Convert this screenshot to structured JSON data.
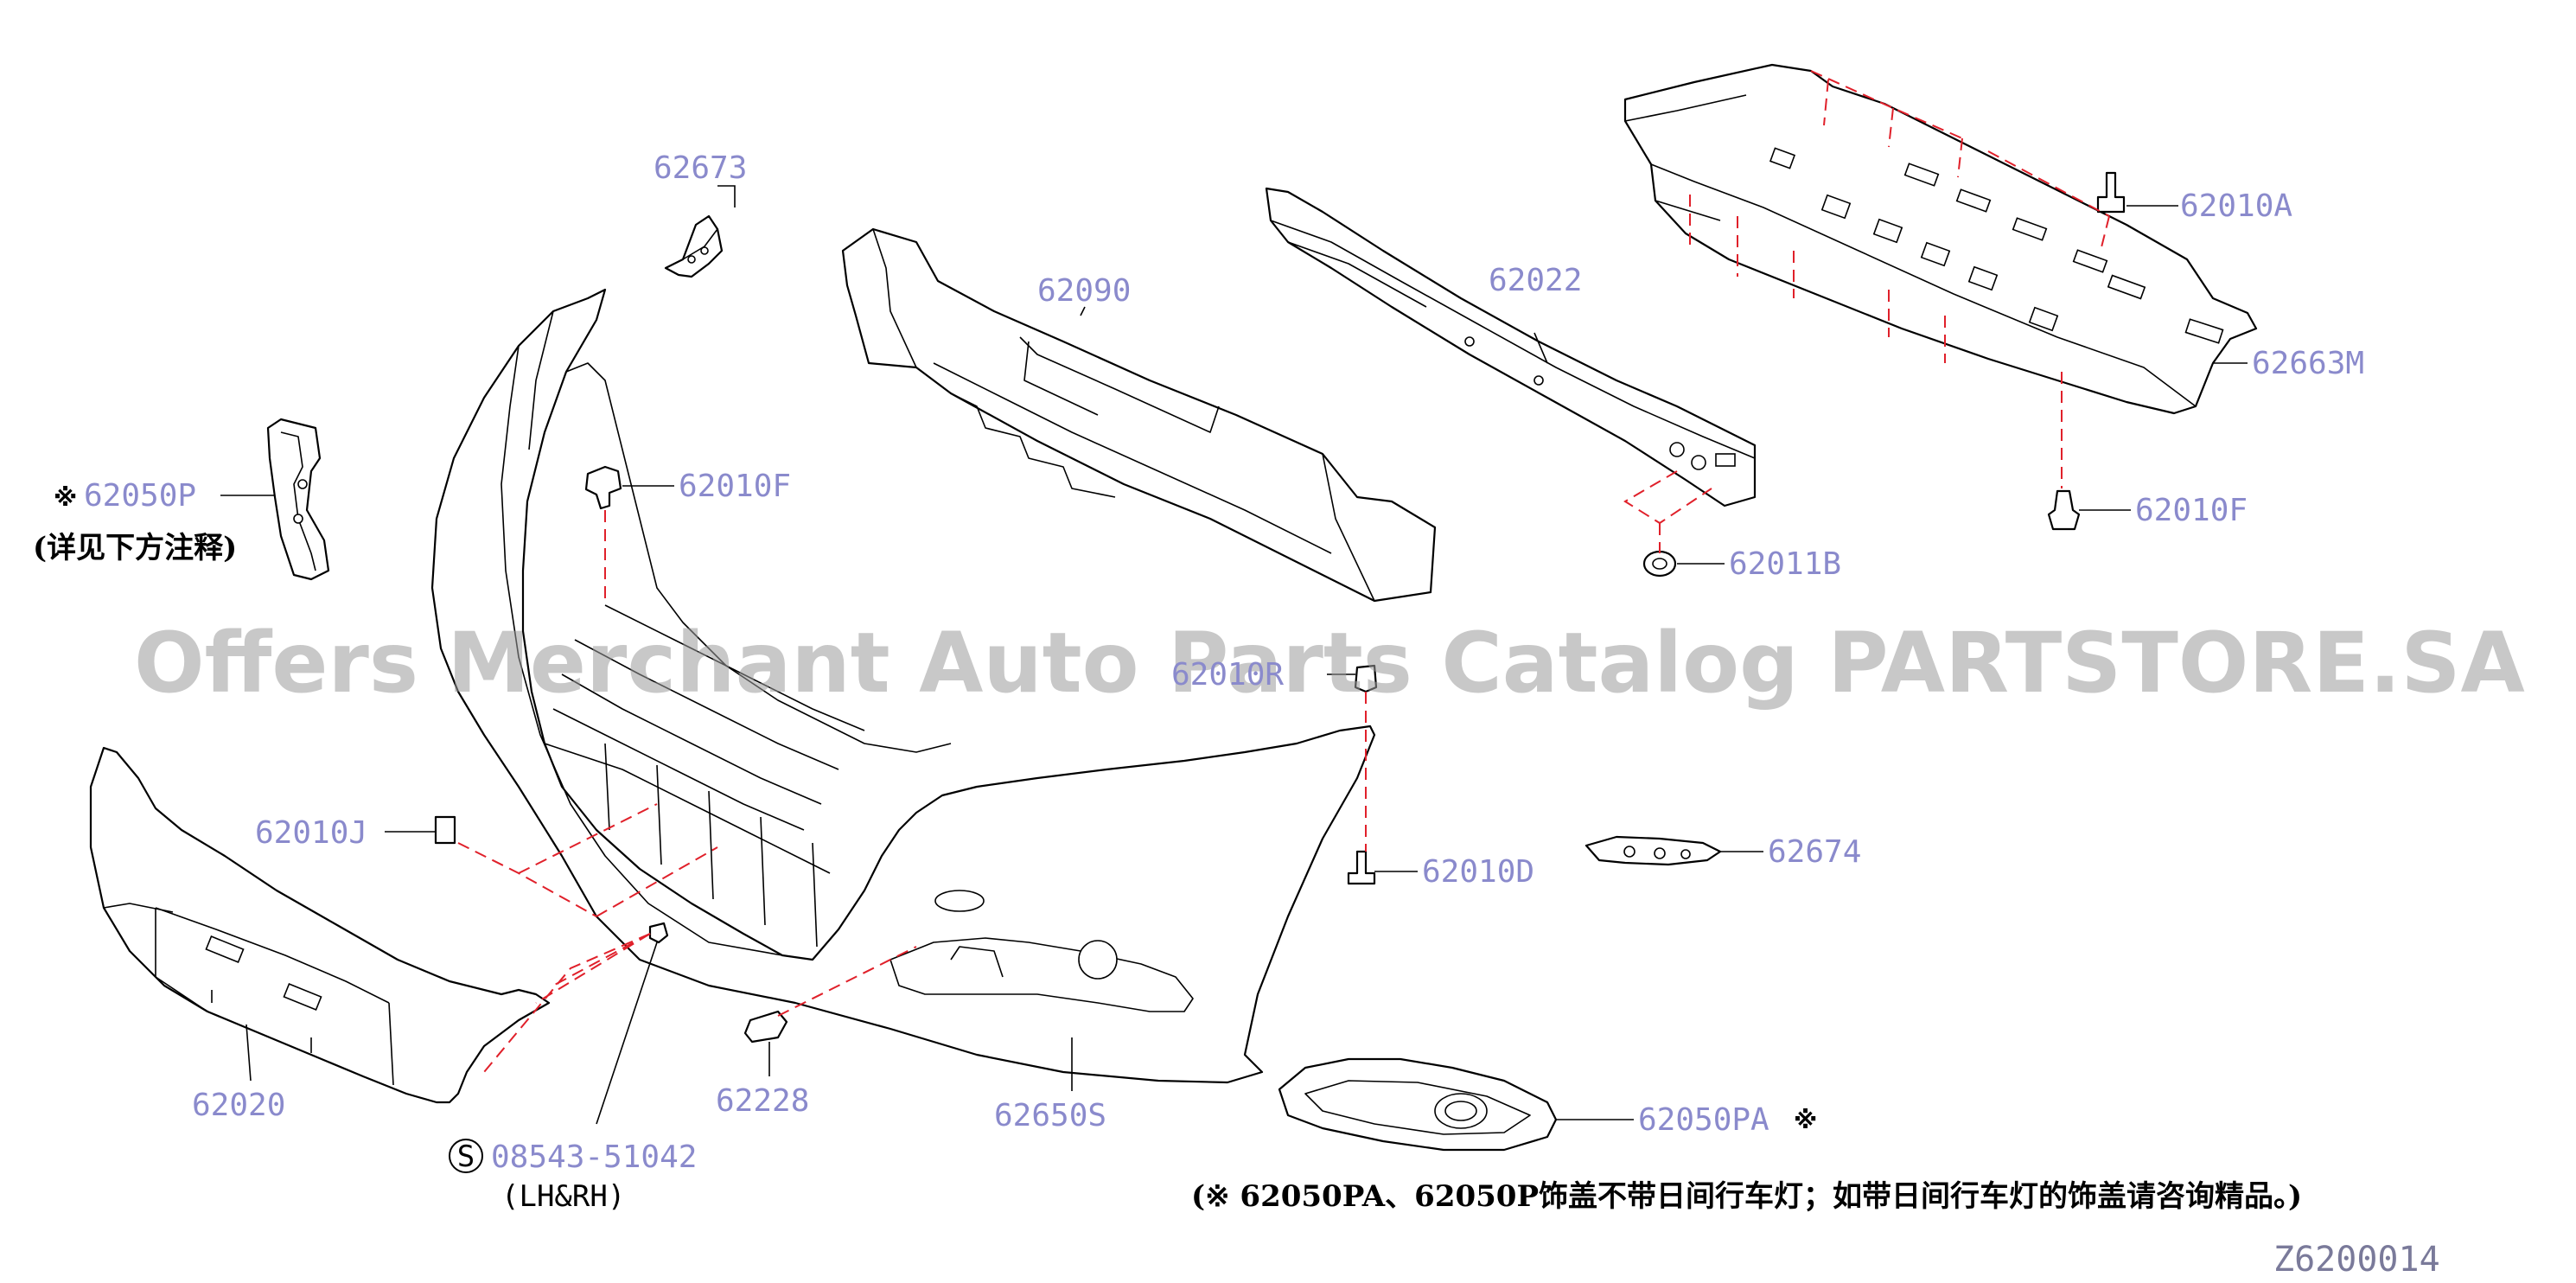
{
  "watermark": "Offers Merchant Auto Parts Catalog PARTSTORE.SA",
  "diagram_code": "Z6200014",
  "star_symbol": "※",
  "part_labels": {
    "p62673": "62673",
    "p62090": "62090",
    "p62022": "62022",
    "p62010A": "62010A",
    "p62663M": "62663M",
    "p62050P": "62050P",
    "p62010F_upper": "62010F",
    "p62010F_right": "62010F",
    "p62011B": "62011B",
    "p62010R": "62010R",
    "p62010J": "62010J",
    "p62010D": "62010D",
    "p62674": "62674",
    "p62020": "62020",
    "p62228": "62228",
    "p62650S": "62650S",
    "p62050PA": "62050PA",
    "p08543": "08543-51042"
  },
  "standard_part_symbol": "S",
  "lh_rh_note": "(LH&RH)",
  "see_note": "(详见下方注释)",
  "footnote": "(※ 62050PA、62050P饰盖不带日间行车灯；如带日间行车灯的饰盖请咨询精品。)"
}
